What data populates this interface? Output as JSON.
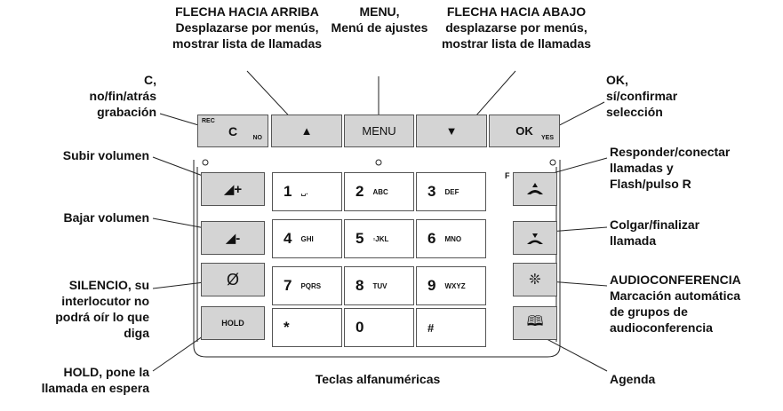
{
  "labels": {
    "up": [
      "FLECHA HACIA ARRIBA",
      "Desplazarse por menús,",
      "mostrar lista de llamadas"
    ],
    "menu": [
      "MENU,",
      "Menú de ajustes"
    ],
    "down": [
      "FLECHA HACIA ABAJO",
      "desplazarse por menús,",
      "mostrar lista de llamadas"
    ],
    "c": [
      "C,",
      "no/fin/atrás",
      "grabación"
    ],
    "ok": [
      "OK,",
      "sí/confirmar",
      "selección"
    ],
    "vol_up": [
      "Subir volumen"
    ],
    "answer": [
      "Responder/conectar",
      "llamadas y",
      "Flash/pulso R"
    ],
    "vol_down": [
      "Bajar volumen"
    ],
    "hangup": [
      "Colgar/finalizar",
      "llamada"
    ],
    "mute": [
      "SILENCIO, su",
      "interlocutor no",
      "podrá oír lo que",
      "diga"
    ],
    "conference": [
      "AUDIOCONFERENCIA",
      "Marcación automática",
      "de grupos de",
      "audioconferencia"
    ],
    "hold": [
      "HOLD, pone la",
      "llamada en espera"
    ],
    "alnum": [
      "Teclas alfanuméricas"
    ],
    "phonebook": [
      "Agenda"
    ]
  },
  "keys": {
    "c": {
      "main": "C",
      "top": "REC",
      "bottom": "NO"
    },
    "up": "▲",
    "menu": "MENU",
    "down": "▼",
    "ok": {
      "main": "OK",
      "bottom": "YES"
    },
    "vol_up": "◢+",
    "vol_down": "◢-",
    "mute": "Ø",
    "hold": "HOLD",
    "answer_flag": "F",
    "conf": "❊",
    "book": "🕮",
    "numbers": [
      {
        "d": "1",
        "l": "␣."
      },
      {
        "d": "2",
        "l": "ABC"
      },
      {
        "d": "3",
        "l": "DEF"
      },
      {
        "d": "4",
        "l": "GHI"
      },
      {
        "d": "5",
        "l": "▫JKL"
      },
      {
        "d": "6",
        "l": "MNO"
      },
      {
        "d": "7",
        "l": "PQRS"
      },
      {
        "d": "8",
        "l": "TUV"
      },
      {
        "d": "9",
        "l": "WXYZ"
      },
      {
        "d": "*",
        "l": ""
      },
      {
        "d": "0",
        "l": ""
      },
      {
        "d": "#",
        "l": ""
      }
    ]
  }
}
